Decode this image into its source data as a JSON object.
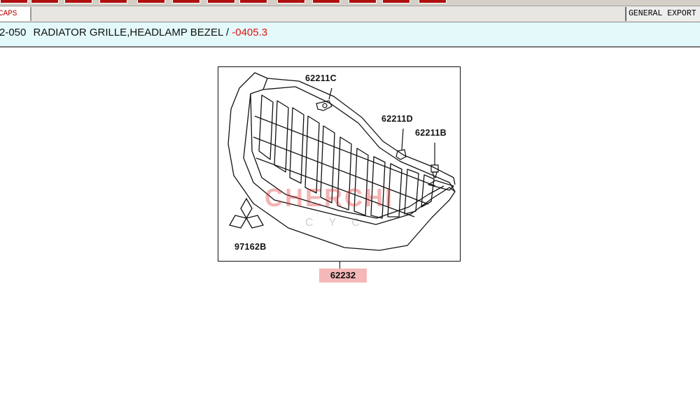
{
  "tabs": {
    "left_label": "CAPS",
    "right_label": "GENERAL EXPORT"
  },
  "title_bar": {
    "code": "2-050",
    "name": "RADIATOR GRILLE,HEADLAMP BEZEL /",
    "range": "-0405.3",
    "range_color": "#e01010"
  },
  "diagram": {
    "callouts": {
      "c1": "62211C",
      "c2": "62211D",
      "c3": "62211B",
      "c4": "97162B"
    },
    "main_part": "62232",
    "main_part_highlight": "#f5b8b8",
    "watermark": {
      "text": "CHERCHI",
      "sub": "CYC"
    }
  }
}
